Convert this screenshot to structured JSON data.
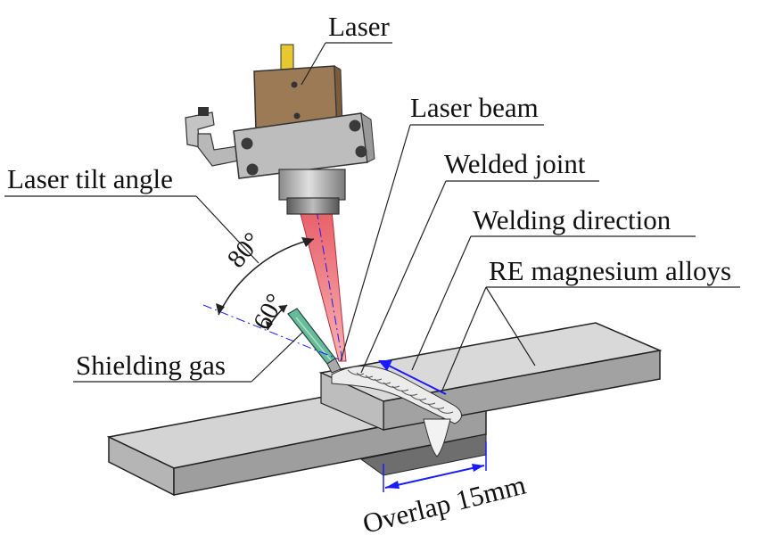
{
  "labels": {
    "laser": "Laser",
    "laser_beam": "Laser beam",
    "welded_joint": "Welded joint",
    "laser_tilt_angle": "Laser tilt angle",
    "welding_direction": "Welding direction",
    "re_magnesium_alloys": "RE magnesium alloys",
    "shielding_gas": "Shielding gas",
    "overlap": "Overlap 15mm",
    "angle_80": "80°",
    "angle_60": "60°"
  },
  "colors": {
    "beam": "#f08080",
    "dimension": "#1a1aff",
    "laser_body": "#9b7a55",
    "laser_tab": "#e6c830",
    "nozzle": "#66bb99",
    "plate": "#d6d6d6"
  }
}
